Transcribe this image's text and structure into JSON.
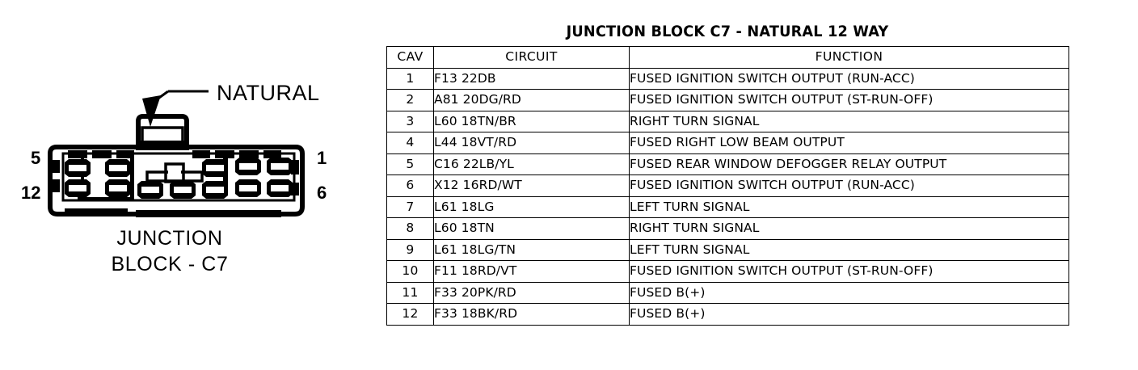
{
  "diagram": {
    "callout_label": "NATURAL",
    "caption_line1": "JUNCTION",
    "caption_line2": "BLOCK - C7",
    "pin_markers": {
      "top_left": "5",
      "bottom_left": "12",
      "top_right": "1",
      "bottom_right": "6"
    },
    "cavity_count": 12,
    "colors": {
      "line": "#000000",
      "background": "#ffffff"
    }
  },
  "pinout": {
    "title": "JUNCTION BLOCK C7 - NATURAL 12 WAY",
    "columns": [
      "CAV",
      "CIRCUIT",
      "FUNCTION"
    ],
    "rows": [
      {
        "cav": "1",
        "circuit": "F13 22DB",
        "function": "FUSED IGNITION SWITCH OUTPUT (RUN-ACC)"
      },
      {
        "cav": "2",
        "circuit": "A81 20DG/RD",
        "function": "FUSED IGNITION SWITCH OUTPUT (ST-RUN-OFF)"
      },
      {
        "cav": "3",
        "circuit": "L60 18TN/BR",
        "function": "RIGHT TURN SIGNAL"
      },
      {
        "cav": "4",
        "circuit": "L44 18VT/RD",
        "function": "FUSED RIGHT LOW BEAM OUTPUT"
      },
      {
        "cav": "5",
        "circuit": "C16 22LB/YL",
        "function": "FUSED REAR WINDOW DEFOGGER RELAY OUTPUT"
      },
      {
        "cav": "6",
        "circuit": "X12 16RD/WT",
        "function": "FUSED IGNITION SWITCH OUTPUT (RUN-ACC)"
      },
      {
        "cav": "7",
        "circuit": "L61 18LG",
        "function": "LEFT TURN SIGNAL"
      },
      {
        "cav": "8",
        "circuit": "L60 18TN",
        "function": "RIGHT TURN SIGNAL"
      },
      {
        "cav": "9",
        "circuit": "L61 18LG/TN",
        "function": "LEFT TURN SIGNAL"
      },
      {
        "cav": "10",
        "circuit": "F11 18RD/VT",
        "function": "FUSED IGNITION SWITCH OUTPUT (ST-RUN-OFF)"
      },
      {
        "cav": "11",
        "circuit": "F33 20PK/RD",
        "function": "FUSED B(+)"
      },
      {
        "cav": "12",
        "circuit": "F33 18BK/RD",
        "function": "FUSED B(+)"
      }
    ]
  }
}
